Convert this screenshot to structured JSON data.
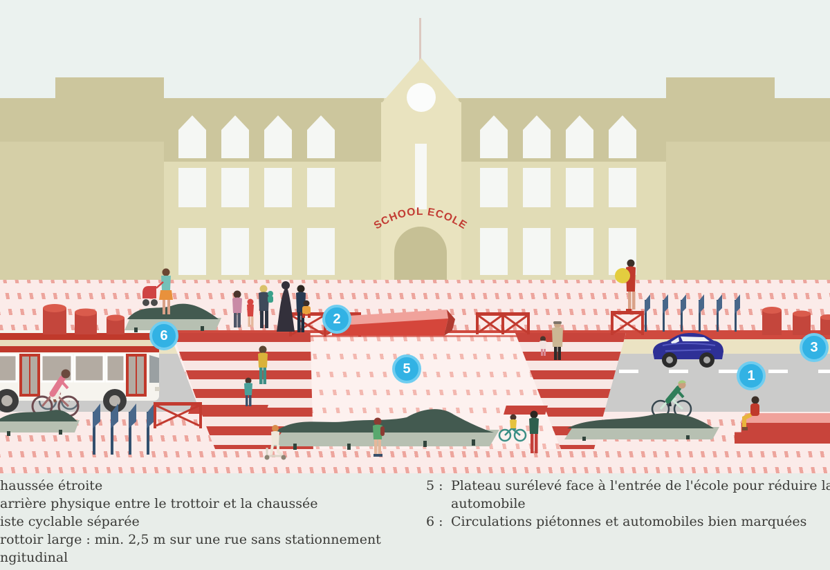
{
  "scene": {
    "school_sign": "SCHOOL ECOLE"
  },
  "markers": {
    "m1": "1",
    "m2": "2",
    "m3": "3",
    "m5": "5",
    "m6": "6"
  },
  "legend": {
    "left_lines": [
      "haussée étroite",
      "arrière physique entre le trottoir et la chaussée",
      "iste cyclable séparée",
      "rottoir large : min. 2,5 m sur une rue sans stationnement",
      "ngitudinal"
    ],
    "right": [
      {
        "num": "5 :",
        "text": "Plateau surélevé face à l'entrée de l'école pour réduire la vite"
      },
      {
        "num": "",
        "text": "automobile"
      },
      {
        "num": "6 :",
        "text": "Circulations piétonnes et automobiles bien marquées"
      }
    ]
  },
  "colors": {
    "accent_cyan": "#32b2e4",
    "signal_red": "#c8443b",
    "school_sign_red": "#c23b33",
    "facade_khaki": "#e1dcb6",
    "sky": "#ebf2ef"
  }
}
